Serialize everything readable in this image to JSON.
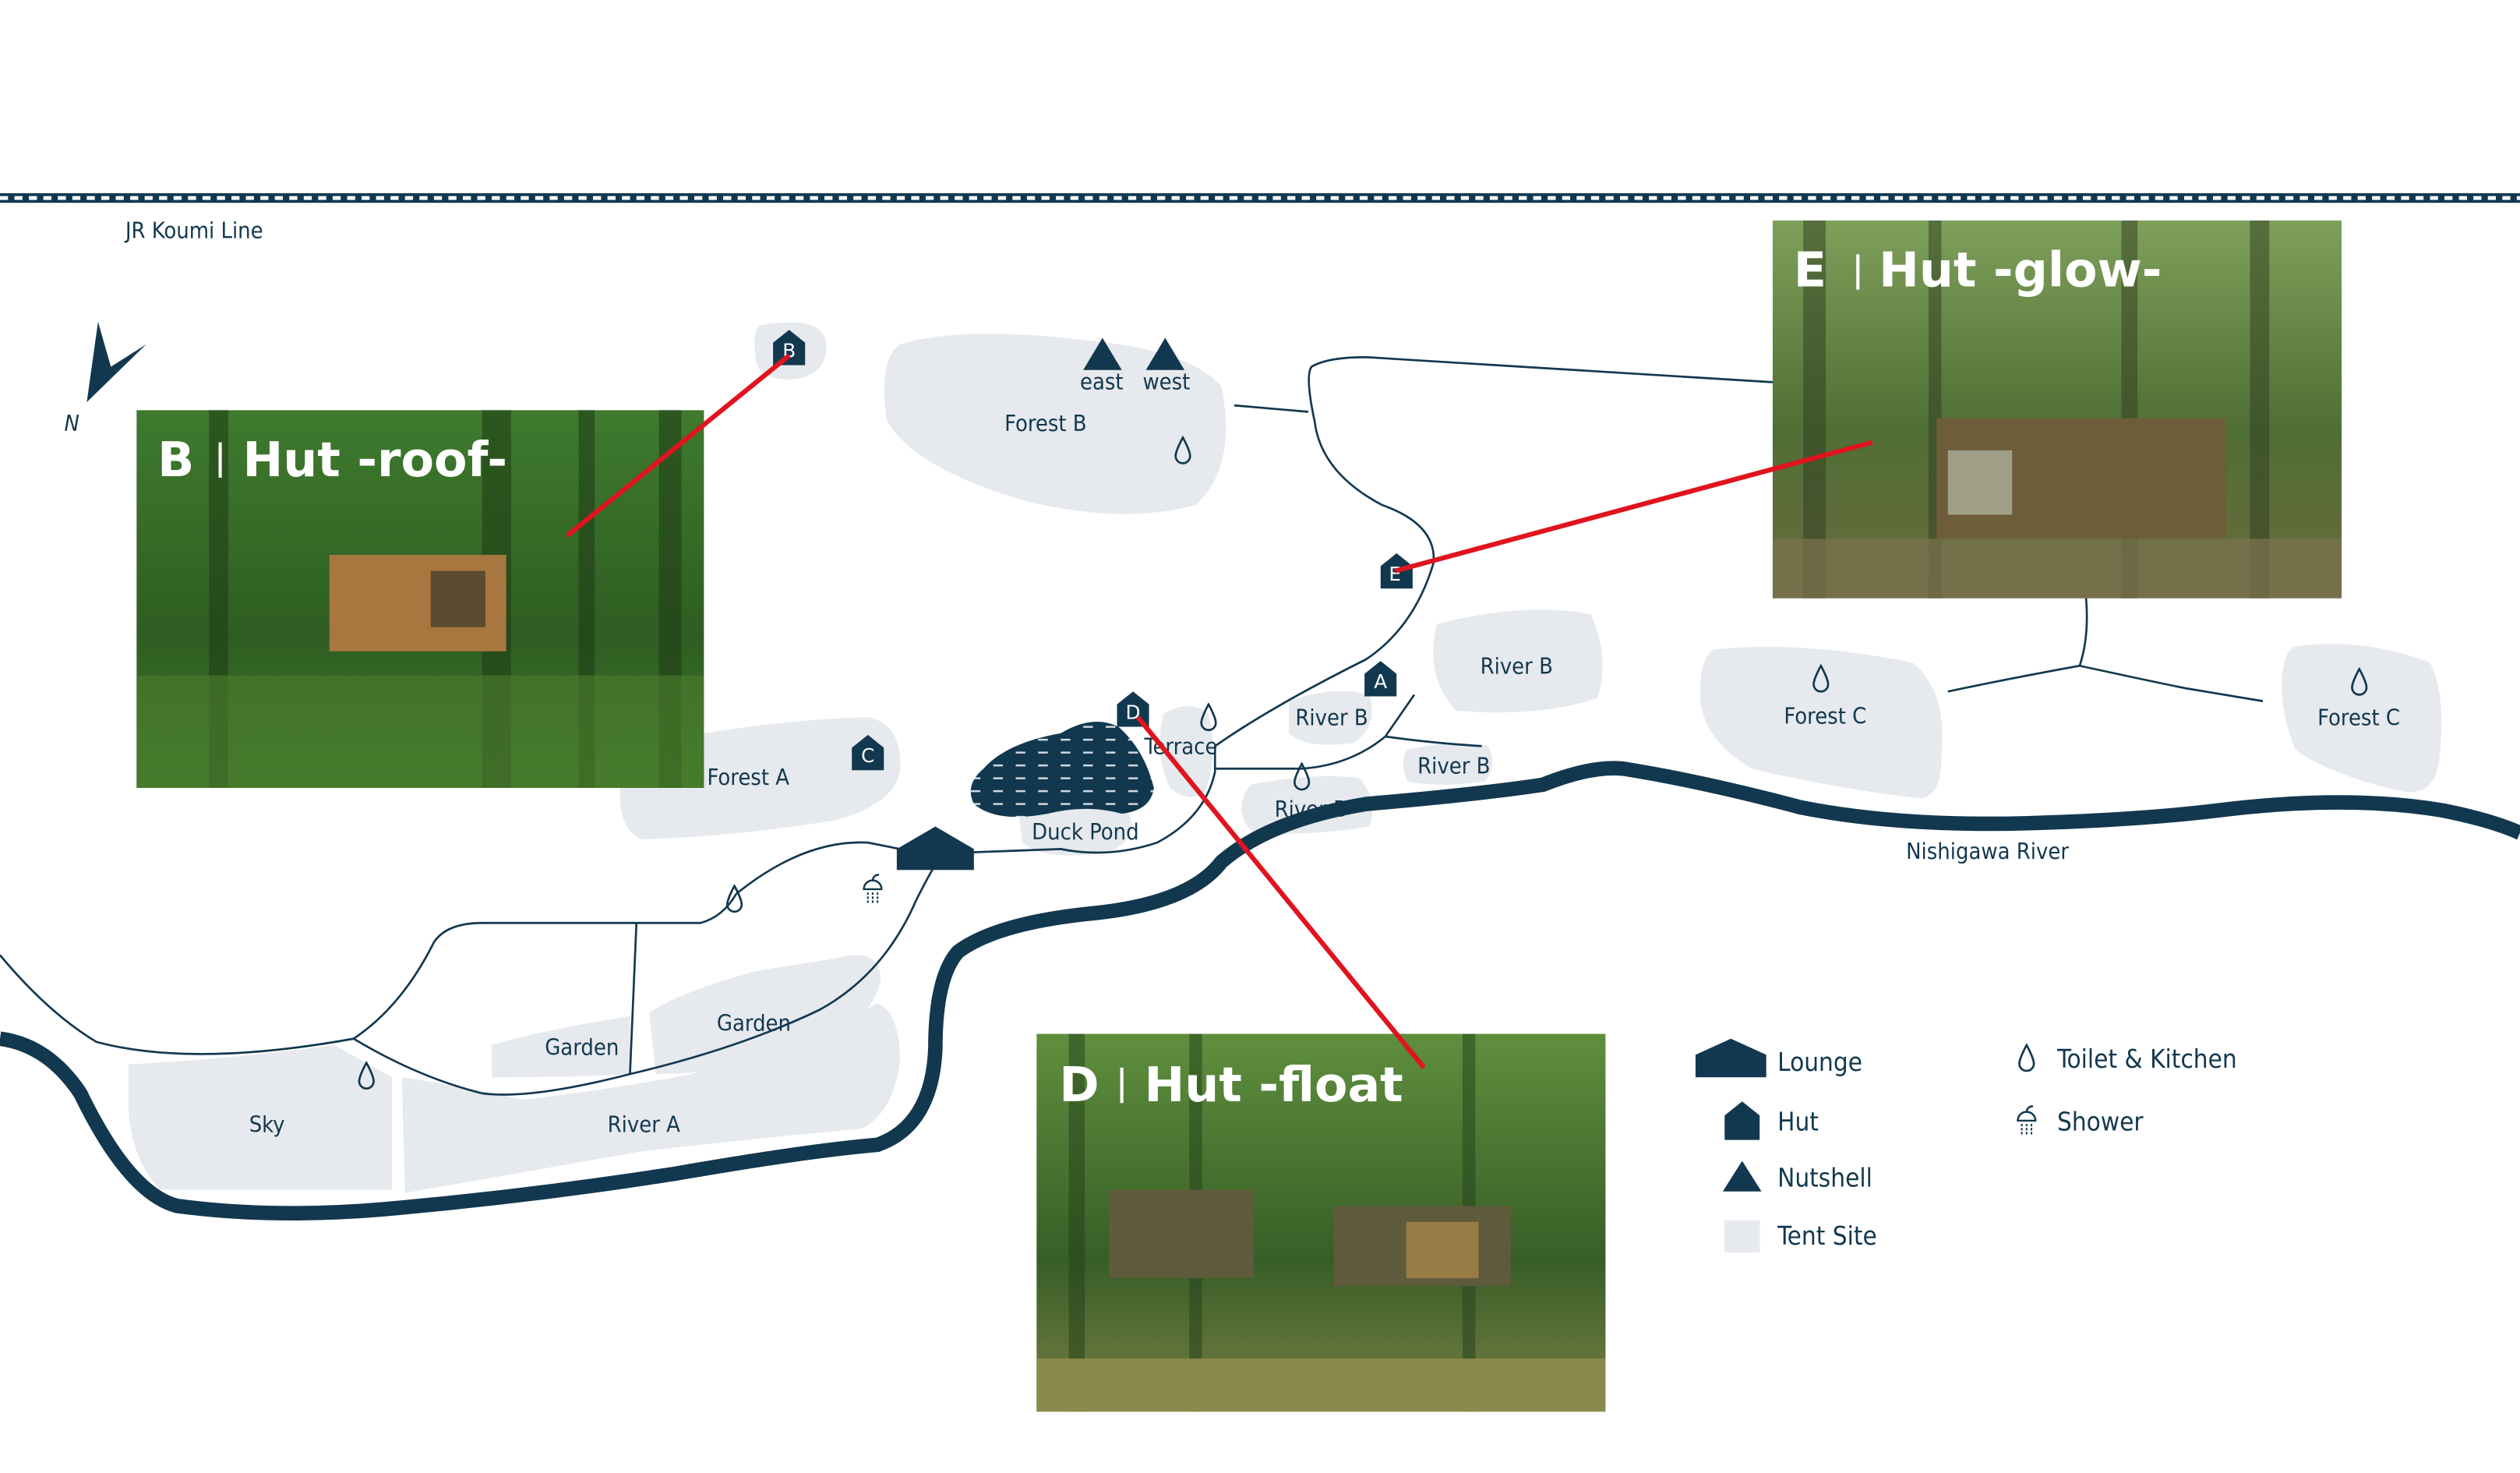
{
  "colors": {
    "ink": "#12384f",
    "tent_site": "#e6e9ed",
    "leader_line": "#e0141e",
    "background": "#ffffff"
  },
  "railway": {
    "label": "JR Koumi Line"
  },
  "compass": {
    "label": "N"
  },
  "river": {
    "label": "Nishigawa River"
  },
  "sites": {
    "forest_b": "Forest B",
    "forest_a": "Forest A",
    "forest_c_left": "Forest C",
    "forest_c_right": "Forest C",
    "river_b_1": "River B",
    "river_b_2": "River B",
    "river_b_3": "River B",
    "river_b_4": "River B",
    "river_a": "River A",
    "sky": "Sky",
    "garden_1": "Garden",
    "garden_2": "Garden",
    "terrace": "Terrace",
    "duck_pond": "Duck Pond"
  },
  "nutshells": {
    "east": "east",
    "west": "west"
  },
  "huts": {
    "a": "A",
    "b": "B",
    "c": "C",
    "d": "D",
    "e": "E"
  },
  "photos": {
    "b": {
      "letter": "B",
      "name": "Hut -roof-"
    },
    "e": {
      "letter": "E",
      "name": "Hut -glow-"
    },
    "d": {
      "letter": "D",
      "name": "Hut -float"
    }
  },
  "legend": {
    "items": [
      {
        "icon": "lounge-icon",
        "label": "Lounge"
      },
      {
        "icon": "hut-icon",
        "label": "Hut"
      },
      {
        "icon": "nutshell-icon",
        "label": "Nutshell"
      },
      {
        "icon": "tent-site-icon",
        "label": "Tent Site"
      },
      {
        "icon": "toilet-kitchen-icon",
        "label": "Toilet & Kitchen"
      },
      {
        "icon": "shower-icon",
        "label": "Shower"
      }
    ]
  }
}
